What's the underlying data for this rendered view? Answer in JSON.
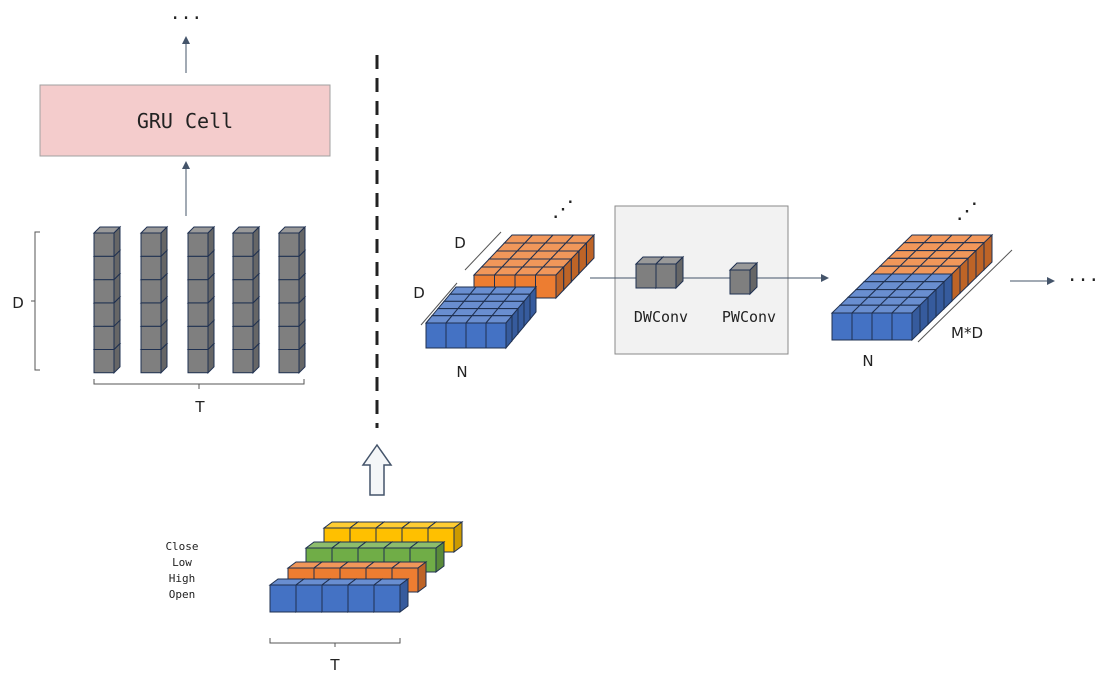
{
  "gru": {
    "label": "GRU Cell",
    "top_ellipsis": "···"
  },
  "left_block": {
    "d_label": "D",
    "t_label": "T"
  },
  "input_block": {
    "features": [
      "Close",
      "Low",
      "High",
      "Open"
    ],
    "t_label": "T"
  },
  "middle_block": {
    "d_label_top": "D",
    "d_label_bottom": "D",
    "n_label": "N",
    "ellipsis": "⋰"
  },
  "conv_box": {
    "dw_label": "DWConv",
    "pw_label": "PWConv"
  },
  "right_block": {
    "n_label": "N",
    "md_label": "M*D",
    "ellipsis": "⋰",
    "out_ellipsis": "···"
  },
  "colors": {
    "gray": "#7f7f7f",
    "blue": "#4472c4",
    "orange": "#ed7d31",
    "green": "#70ad47",
    "yellow": "#ffc000",
    "gru_fill": "#f4cccc",
    "box_fill": "#f2f2f2",
    "edge": "#1f3050"
  }
}
